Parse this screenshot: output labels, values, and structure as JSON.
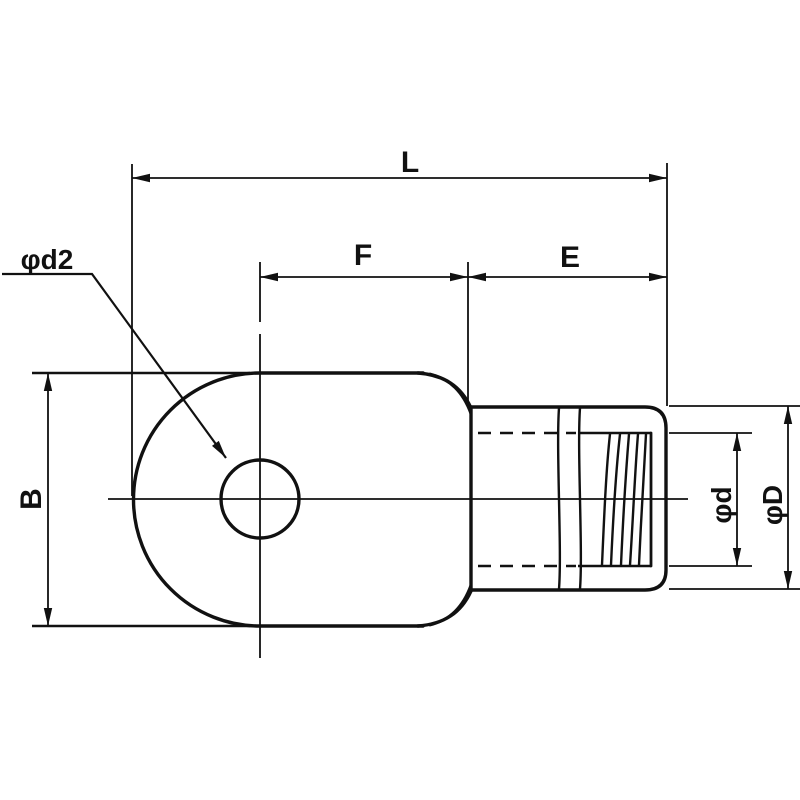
{
  "diagram": {
    "kind": "engineering dimension drawing (crimp ring terminal, top view)",
    "labels": {
      "overall_length": "L",
      "tongue_length": "F",
      "barrel_length": "E",
      "tongue_width": "B",
      "stud_hole_dia": "φd2",
      "wire_hole_dia": "φd",
      "barrel_outer_dia": "φD"
    },
    "colors": {
      "line": "#111111",
      "background": "#ffffff"
    }
  }
}
